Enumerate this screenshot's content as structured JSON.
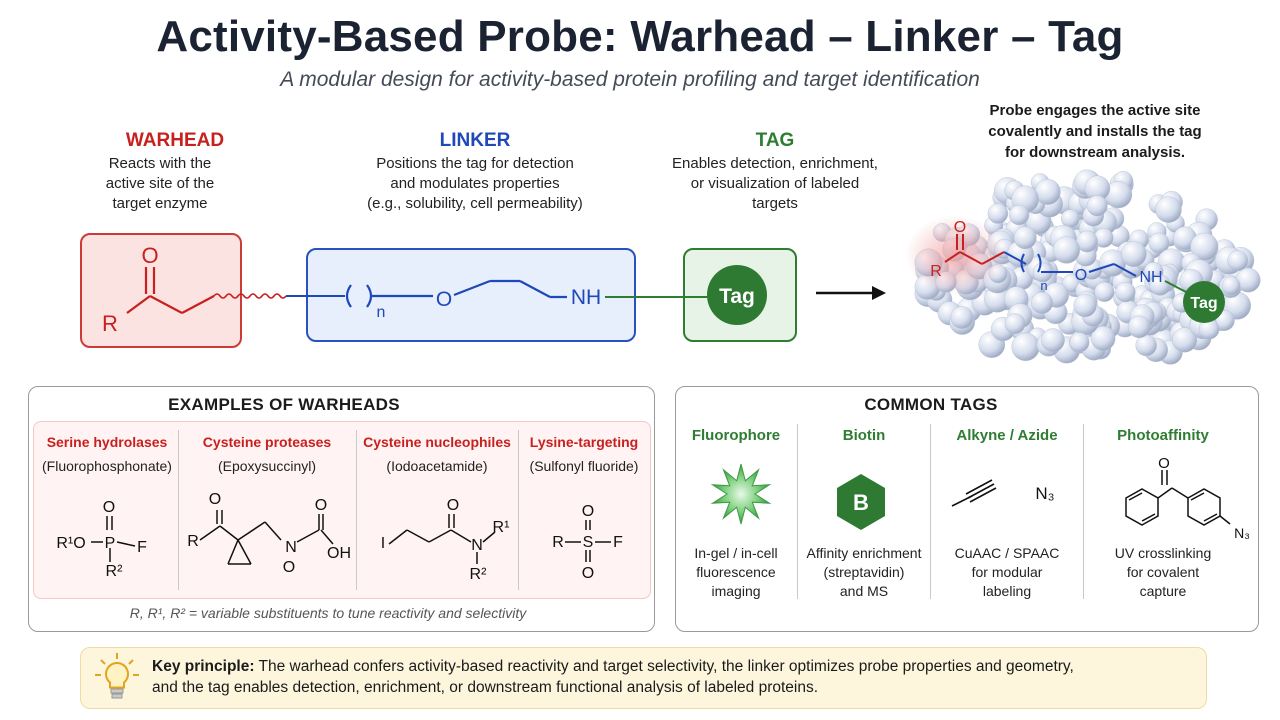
{
  "title": "Activity-Based Probe: Warhead – Linker – Tag",
  "subtitle": "A modular design for activity-based protein profiling and target identification",
  "columns": {
    "warhead": {
      "heading": "WARHEAD",
      "desc": [
        "Reacts with the",
        "active site of the",
        "target enzyme"
      ]
    },
    "linker": {
      "heading": "LINKER",
      "desc": [
        "Positions the tag for detection",
        "and modulates properties",
        "(e.g., solubility, cell permeability)"
      ]
    },
    "tag": {
      "heading": "TAG",
      "desc": [
        "Enables detection, enrichment,",
        "or visualization of labeled",
        "targets"
      ]
    }
  },
  "probe": {
    "carbonyl_O": "O",
    "r_group": "R",
    "linker_n": "n",
    "linker_O": "O",
    "linker_NH": "NH",
    "tag_label": "Tag"
  },
  "engaged": {
    "caption": [
      "Probe engages the active site",
      "covalently and installs the tag",
      "for downstream analysis."
    ],
    "O": "O",
    "R": "R",
    "n": "n",
    "ether_O": "O",
    "NH": "NH",
    "tag": "Tag"
  },
  "warheads_panel": {
    "title": "EXAMPLES OF WARHEADS",
    "items": [
      {
        "name": "Serine hydrolases",
        "sub": "(Fluorophosphonate)"
      },
      {
        "name": "Cysteine proteases",
        "sub": "(Epoxysuccinyl)"
      },
      {
        "name": "Cysteine nucleophiles",
        "sub": "(Iodoacetamide)"
      },
      {
        "name": "Lysine-targeting",
        "sub": "(Sulfonyl fluoride)"
      }
    ],
    "structure_labels": {
      "fp": {
        "O": "O",
        "R1O": "R¹O",
        "P": "P",
        "F": "F",
        "R2": "R²"
      },
      "epoxy": {
        "R": "R",
        "O": "O",
        "O2": "O",
        "N": "N",
        "OH": "OH",
        "Ominus": "O"
      },
      "iodo": {
        "I": "I",
        "O": "O",
        "N": "N",
        "R1": "R¹",
        "R2": "R²"
      },
      "sulfonyl": {
        "R": "R",
        "S": "S",
        "F": "F",
        "O_top": "O",
        "O_bot": "O"
      }
    },
    "note": "R, R¹, R² = variable substituents to tune reactivity and selectivity"
  },
  "tags_panel": {
    "title": "COMMON TAGS",
    "items": [
      {
        "name": "Fluorophore",
        "desc": [
          "In-gel / in-cell",
          "fluorescence",
          "imaging"
        ]
      },
      {
        "name": "Biotin",
        "desc": [
          "Affinity enrichment",
          "(streptavidin)",
          "and MS"
        ]
      },
      {
        "name": "Alkyne / Azide",
        "desc": [
          "CuAAC / SPAAC",
          "for modular",
          "labeling"
        ]
      },
      {
        "name": "Photoaffinity",
        "desc": [
          "UV crosslinking",
          "for covalent",
          "capture"
        ]
      }
    ],
    "biotin_letter": "B",
    "azide_label": "N₃",
    "photo_O": "O",
    "photo_N3": "N₃"
  },
  "key_principle": {
    "label": "Key principle:",
    "line1": "The warhead confers activity-based reactivity and target selectivity, the linker optimizes probe properties and geometry,",
    "line2": "and the tag enables detection, enrichment, or downstream functional analysis of labeled proteins."
  },
  "colors": {
    "warhead": "#c8201e",
    "linker": "#1f48b8",
    "tag": "#2e7d32",
    "principle_bg": "#fdf6dd"
  }
}
